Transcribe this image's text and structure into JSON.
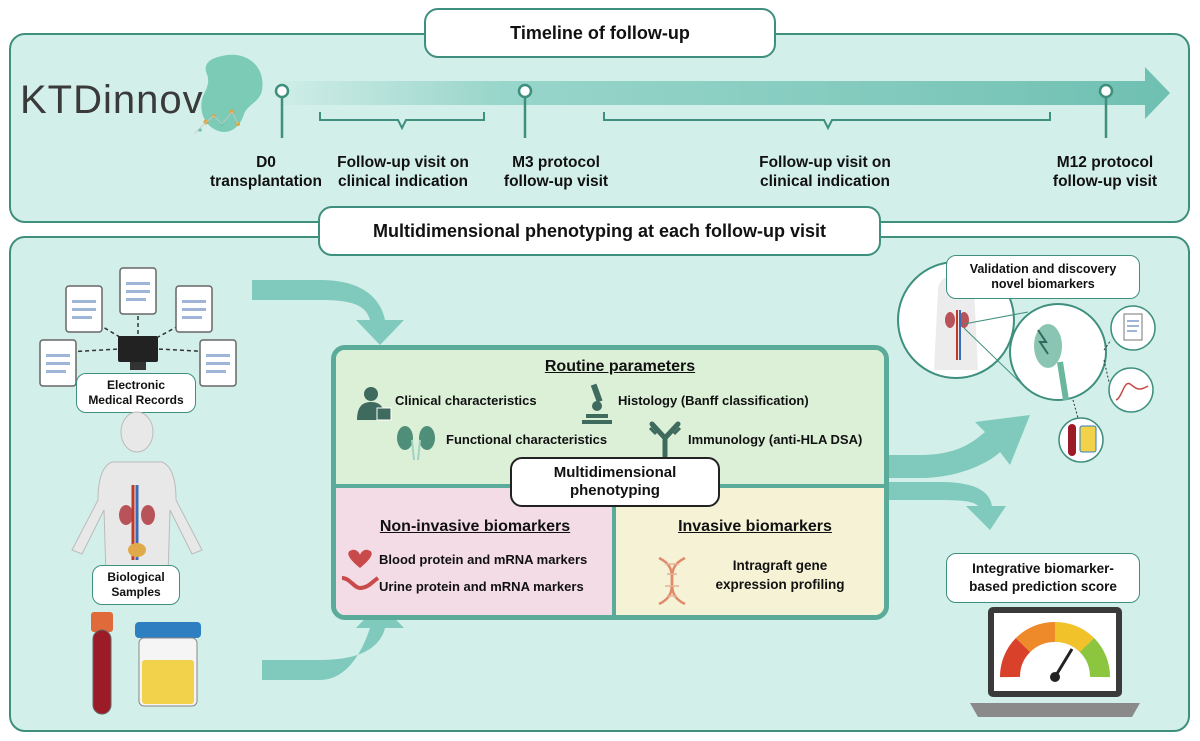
{
  "timeline": {
    "title": "Timeline of follow-up",
    "logo_text": "KTDinnov",
    "milestones": [
      {
        "label_line1": "D0",
        "label_line2": "transplantation"
      },
      {
        "label_line1": "Follow-up visit on",
        "label_line2": "clinical indication"
      },
      {
        "label_line1": "M3 protocol",
        "label_line2": "follow-up visit"
      },
      {
        "label_line1": "Follow-up visit on",
        "label_line2": "clinical indication"
      },
      {
        "label_line1": "M12 protocol",
        "label_line2": "follow-up visit"
      }
    ]
  },
  "phenotyping": {
    "title": "Multidimensional phenotyping at each follow-up visit",
    "emr_label_line1": "Electronic",
    "emr_label_line2": "Medical Records",
    "samples_label_line1": "Biological",
    "samples_label_line2": "Samples",
    "center_label_line1": "Multidimensional",
    "center_label_line2": "phenotyping",
    "routine": {
      "heading": "Routine parameters",
      "items": [
        "Clinical characteristics",
        "Histology (Banff classification)",
        "Functional characteristics",
        "Immunology (anti-HLA DSA)"
      ]
    },
    "noninvasive": {
      "heading": "Non-invasive biomarkers",
      "items": [
        "Blood protein and mRNA markers",
        "Urine protein and mRNA markers"
      ]
    },
    "invasive": {
      "heading": "Invasive biomarkers",
      "item_line1": "Intragraft gene",
      "item_line2": "expression profiling"
    },
    "validation_line1": "Validation and discovery",
    "validation_line2": "novel biomarkers",
    "score_line1": "Integrative biomarker-",
    "score_line2": "based prediction score"
  },
  "colors": {
    "panel_bg": "#d3efe9",
    "border": "#3f8f7f",
    "arrow": "#7fcabd",
    "routine_bg": "#dcf0d8",
    "noninvasive_bg": "#f3dce6",
    "invasive_bg": "#f5f2d6"
  }
}
